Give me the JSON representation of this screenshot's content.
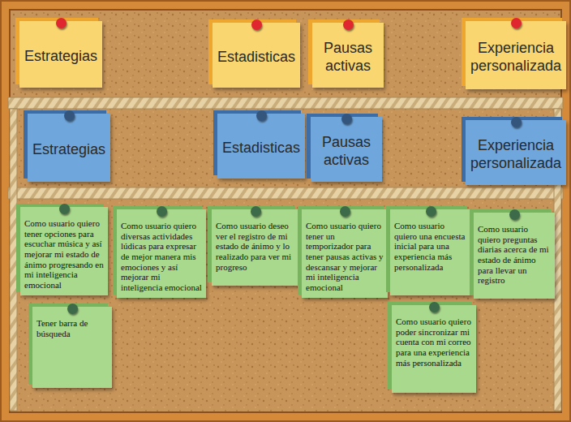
{
  "diagram": {
    "nodes": [
      {
        "text": [
          "Estrategias"
        ]
      },
      {
        "text": [
          "Estadisticas"
        ]
      },
      {
        "text": [
          "Pausas activas"
        ]
      },
      {
        "text": [
          "Experiencia personalizada"
        ]
      },
      {
        "text": [
          "Estrategias"
        ]
      },
      {
        "text": [
          "Estadisticas"
        ]
      },
      {
        "text": [
          "Pausas activas"
        ]
      },
      {
        "text": [
          "Experiencia personalizada"
        ]
      },
      {
        "text": [
          "Como usuario quiero tener opciones para escuchar música y así mejorar mi estado de ánimo progresando en mi inteligencia emocional"
        ]
      },
      {
        "text": [
          "Como usuario quiero diversas actividades lúdicas para expresar de mejor manera mis emociones y así mejorar mi inteligencia emocional"
        ]
      },
      {
        "text": [
          "Como usuario deseo ver el registro de mi estado de ánimo y lo realizado para ver mi progreso"
        ]
      },
      {
        "text": [
          "Como usuario quiero tener un temporizador para tener pausas activas y descansar y mejorar mi inteligencia emocional"
        ]
      },
      {
        "text": [
          "Como usuario quiero una encuesta inicial para una experiencia más personalizada"
        ]
      },
      {
        "text": [
          "Como usuario quiero preguntas diarias acerca de mi estado de ánimo para llevar un registro"
        ]
      },
      {
        "text": [
          "Tener barra de búsqueda"
        ]
      },
      {
        "text": [
          "Como usuario quiero poder sincronizar mi cuenta con mi correo para una experiencia más personalizada"
        ]
      }
    ]
  }
}
